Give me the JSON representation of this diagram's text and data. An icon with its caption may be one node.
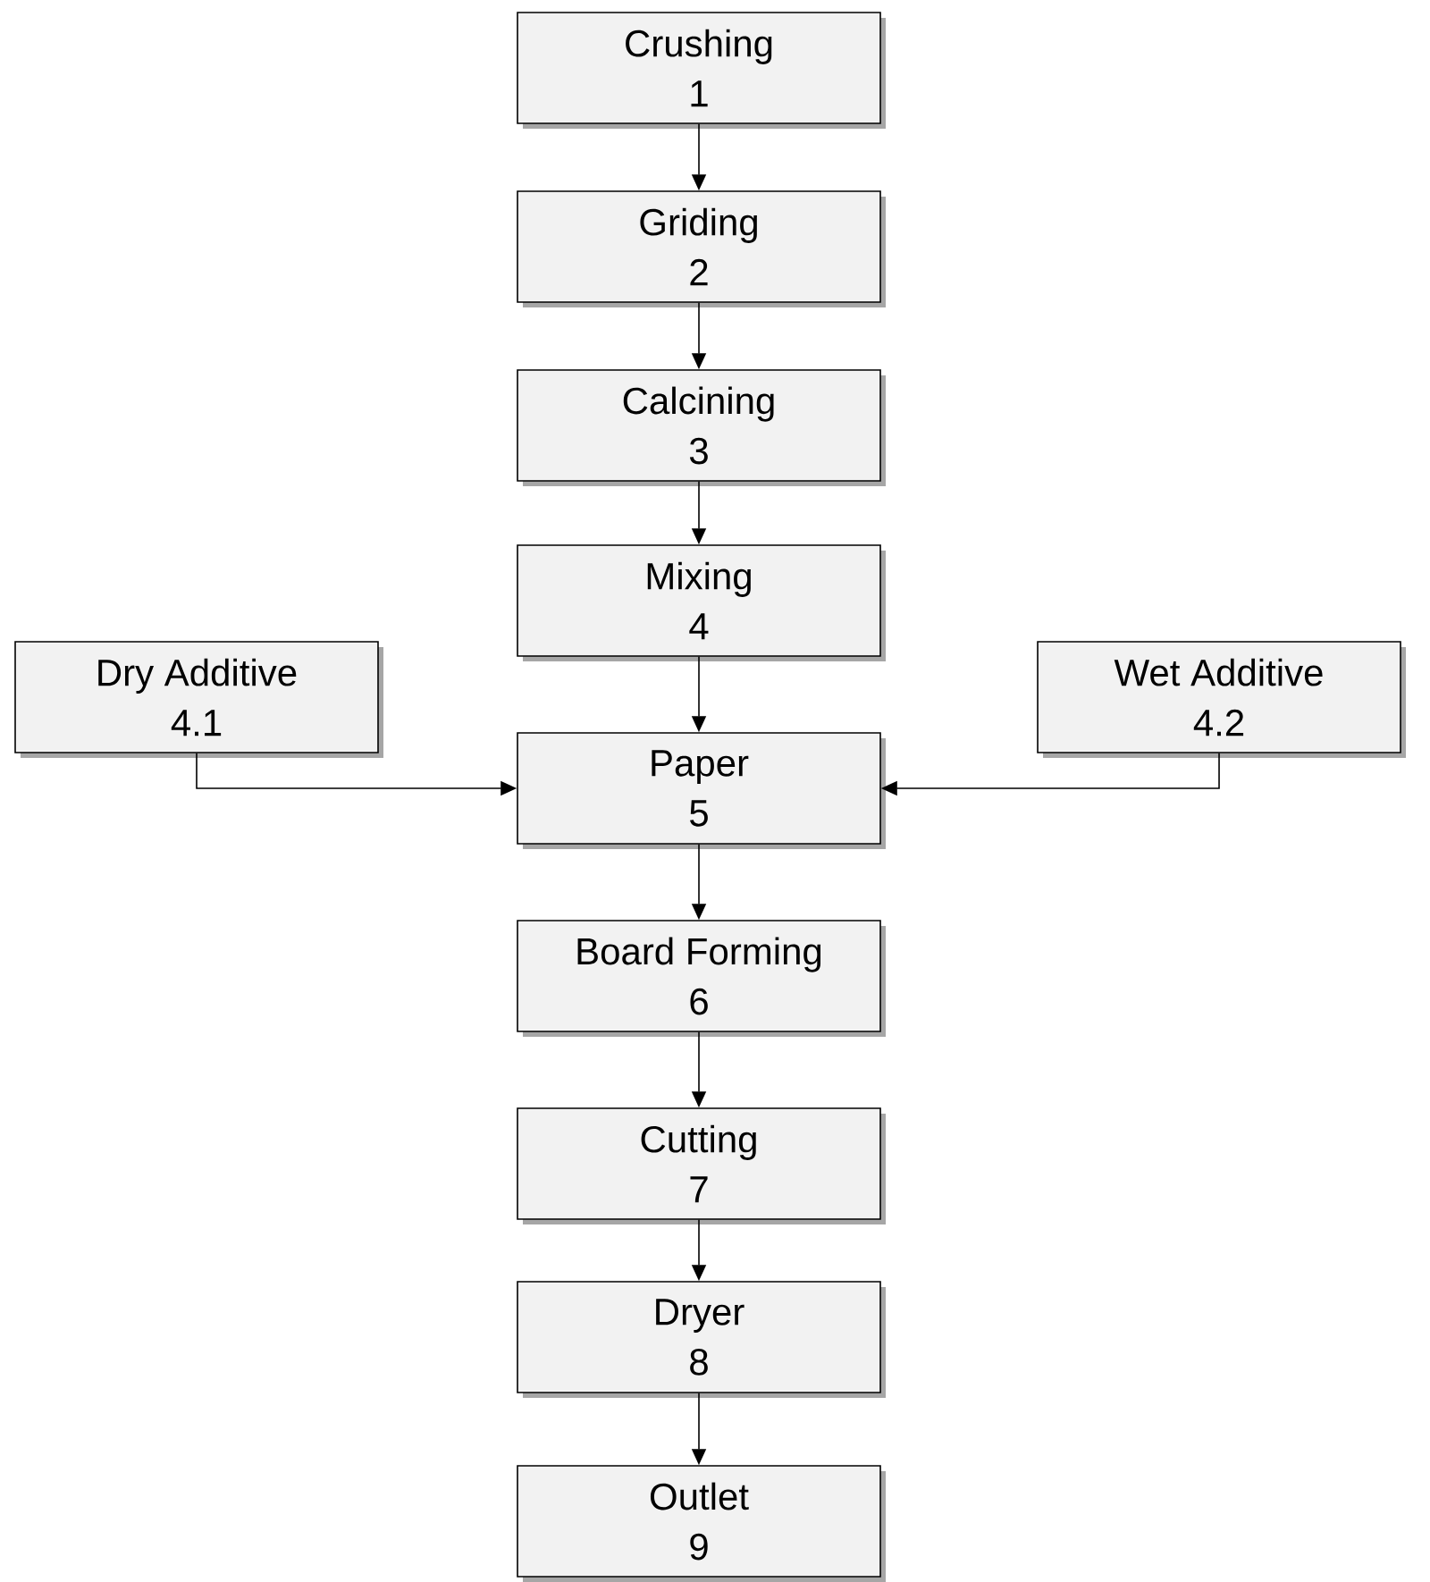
{
  "diagram": {
    "nodes": [
      {
        "text": [
          "Crushing",
          "1"
        ]
      },
      {
        "text": [
          "Griding",
          "2"
        ]
      },
      {
        "text": [
          "Calcining",
          "3"
        ]
      },
      {
        "text": [
          "Mixing",
          "4"
        ]
      },
      {
        "text": [
          "Dry Additive",
          "4.1"
        ]
      },
      {
        "text": [
          "Wet Additive",
          "4.2"
        ]
      },
      {
        "text": [
          "Paper",
          "5"
        ]
      },
      {
        "text": [
          "Board Forming",
          "6"
        ]
      },
      {
        "text": [
          "Cutting",
          "7"
        ]
      },
      {
        "text": [
          "Dryer",
          "8"
        ]
      },
      {
        "text": [
          "Outlet",
          "9"
        ]
      }
    ],
    "edges": [
      {
        "from": 0,
        "to": 1,
        "arrow": "to"
      },
      {
        "from": 1,
        "to": 2,
        "arrow": "to"
      },
      {
        "from": 2,
        "to": 3,
        "arrow": "to"
      },
      {
        "from": 3,
        "to": 6,
        "arrow": "to"
      },
      {
        "from": 4,
        "to": 6,
        "arrow": "to"
      },
      {
        "from": 5,
        "to": 6,
        "arrow": "to"
      },
      {
        "from": 6,
        "to": 7,
        "arrow": "to"
      },
      {
        "from": 7,
        "to": 8,
        "arrow": "to"
      },
      {
        "from": 8,
        "to": 9,
        "arrow": "to"
      },
      {
        "from": 9,
        "to": 10,
        "arrow": "to"
      }
    ]
  }
}
